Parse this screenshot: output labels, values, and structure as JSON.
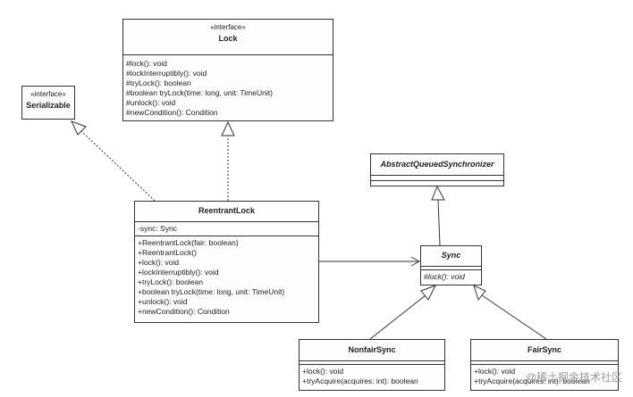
{
  "lock": {
    "stereotype": "«interface»",
    "name": "Lock",
    "methods": [
      "#lock(): void",
      "#lockInterruptibly(): void",
      "#tryLock(): boolean",
      "#boolean tryLock(time: long, unit: TimeUnit)",
      "#unlock(): void",
      "#newCondition(): Condition"
    ]
  },
  "serializable": {
    "stereotype": "«interface»",
    "name": "Serializable"
  },
  "reentrant_lock": {
    "name": "ReentrantLock",
    "fields": [
      "-sync: Sync"
    ],
    "methods": [
      "+ReentrantLock(fair: boolean)",
      "+ReentrantLock()",
      "+lock(): void",
      "+lockInterruptibly(): void",
      "+tryLock(): boolean",
      "+boolean tryLock(time: long, unit: TimeUnit)",
      "+unlock(): void",
      "+newCondition(): Condition"
    ]
  },
  "aqs": {
    "name": "AbstractQueuedSynchronizer"
  },
  "sync": {
    "name": "Sync",
    "methods": [
      "#lock(): void"
    ]
  },
  "nonfair_sync": {
    "name": "NonfairSync",
    "methods": [
      "+lock(): void",
      "+tryAcquire(acquires: int): boolean"
    ]
  },
  "fair_sync": {
    "name": "FairSync",
    "methods": [
      "+lock(): void",
      "+tryAcquire(acquires: int): boolean"
    ]
  },
  "watermark": "@稀土掘金技术社区"
}
